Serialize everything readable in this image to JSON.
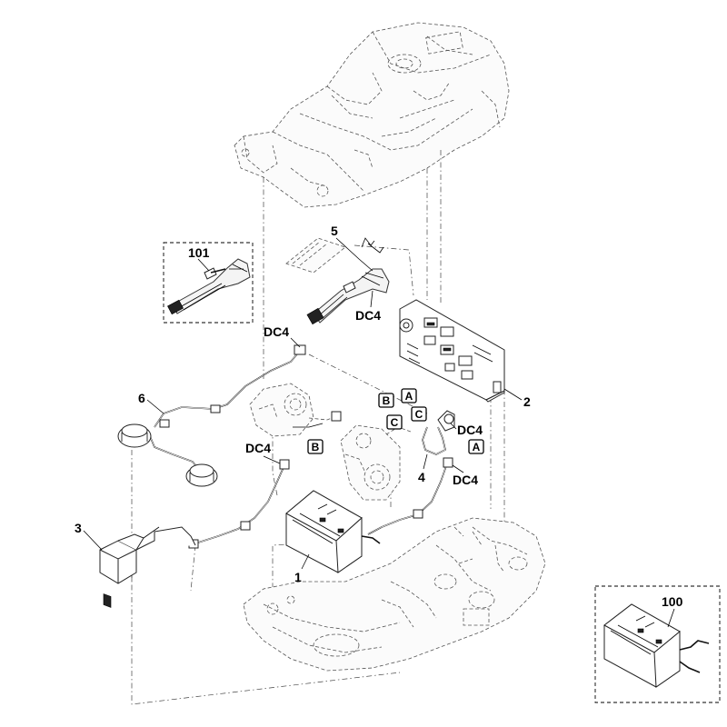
{
  "labels": {
    "part_1": "1",
    "part_2": "2",
    "part_3": "3",
    "part_4": "4",
    "part_5": "5",
    "part_6": "6",
    "part_100": "100",
    "part_101": "101",
    "dc4_upper": "DC4",
    "dc4_ribbon": "DC4",
    "dc4_left": "DC4",
    "dc4_sensor": "DC4",
    "dc4_right": "DC4"
  },
  "tags": {
    "a_upper": "A",
    "a_lower": "A",
    "b_upper": "B",
    "b_lower": "B",
    "c_left": "C",
    "c_right": "C"
  }
}
